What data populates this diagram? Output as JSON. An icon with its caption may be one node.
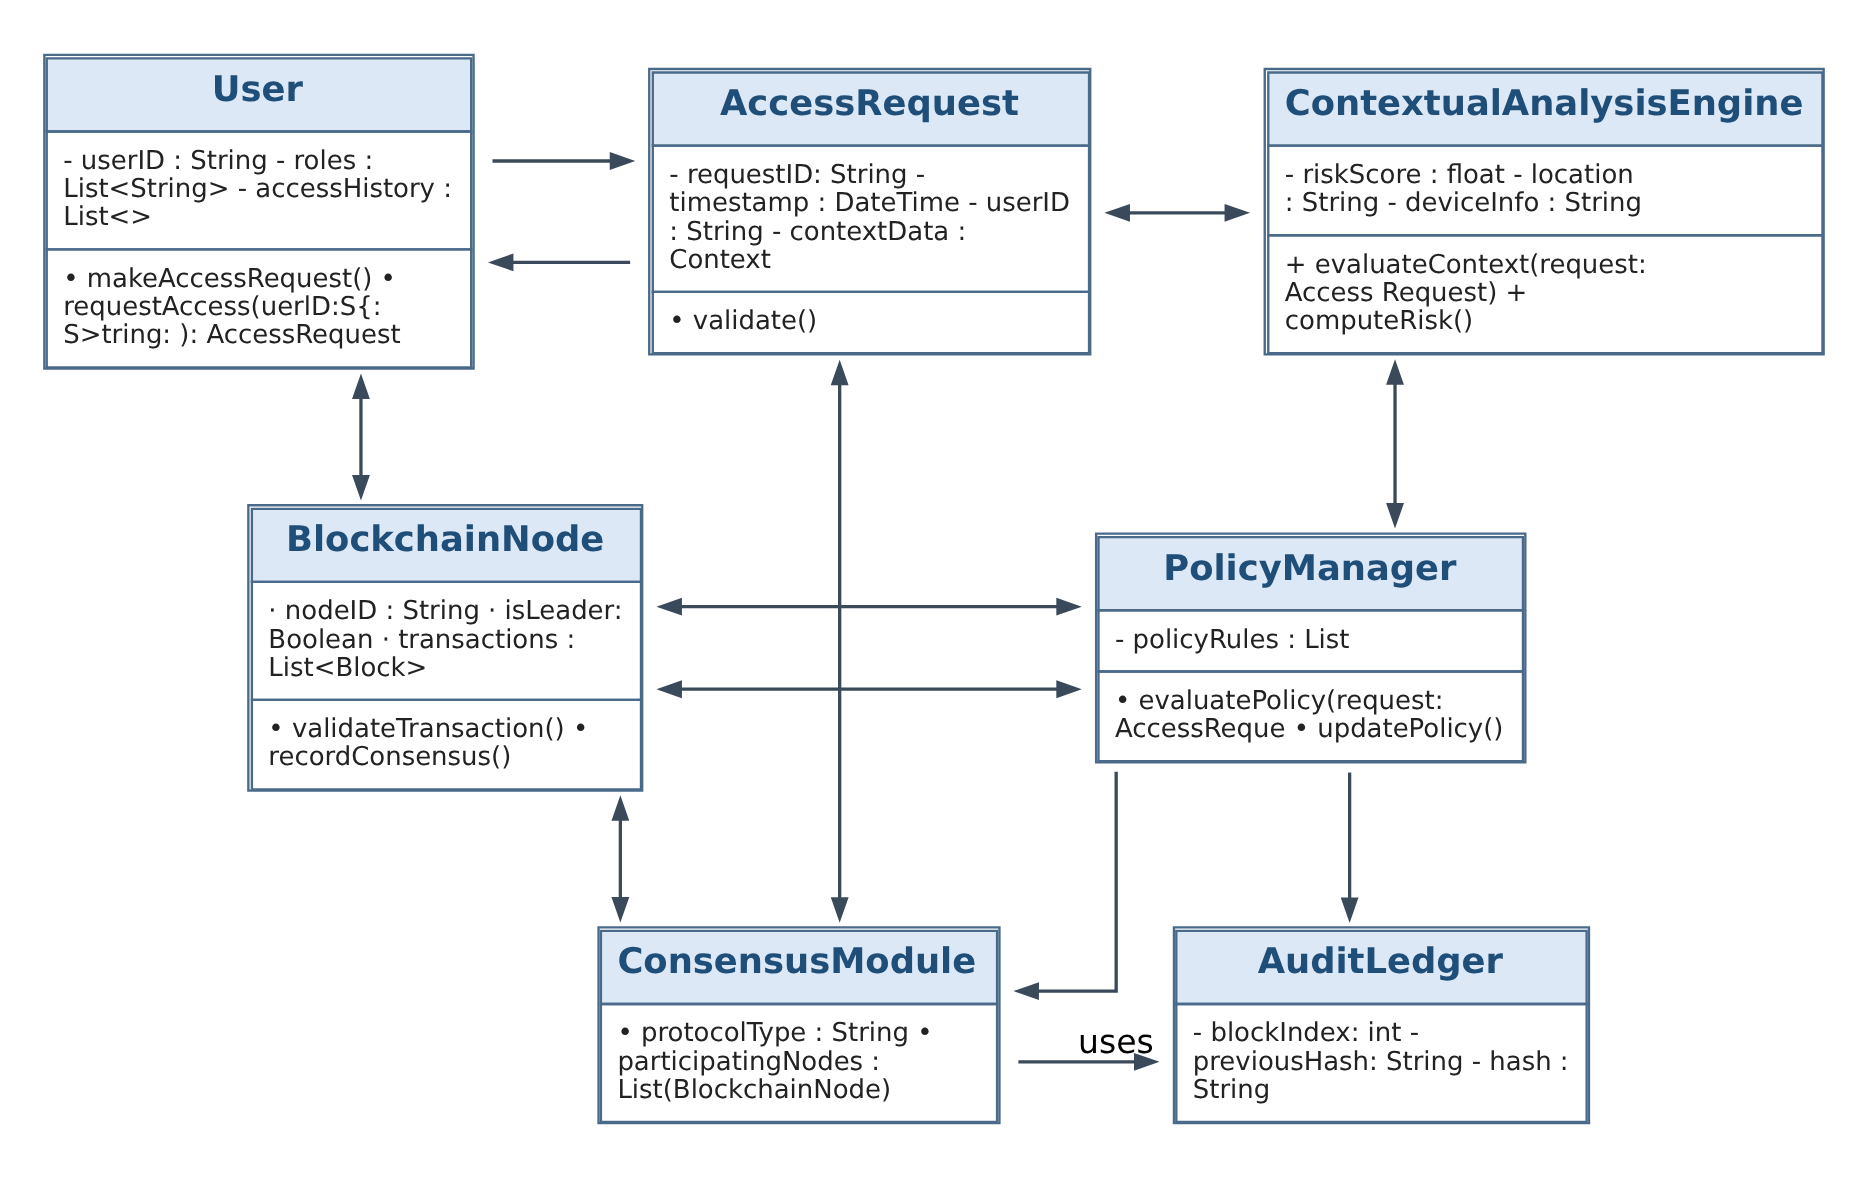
{
  "diagram": {
    "nodes": [
      {
        "text": [
          "User",
          "- userID : String - roles : List<String> - accessHistory : List<>",
          "• makeAccessRequest() • requestAccess(uerlD:S{: S>tring: ): AccessRequest"
        ]
      },
      {
        "text": [
          "AccessRequest",
          "- requestID: String - timestamp : DateTime - userID : String - contextData : Context",
          "• validate()"
        ]
      },
      {
        "text": [
          "ContextualAnalysisEngine",
          "- riskScore : float - location : String - deviceInfo : String",
          "+ evaluateContext(request: Access Request) + computeRisk()"
        ]
      },
      {
        "text": [
          "BlockchainNode",
          "· nodeID : String · isLeader: Boolean · transactions : List<Block>",
          "• validateTransaction() • recordConsensus()"
        ]
      },
      {
        "text": [
          "PolicyManager",
          "- policyRules : List",
          "• evaluatePolicy(request: AccessReque • updatePolicy()"
        ]
      },
      {
        "text": [
          "ConsensusModule",
          "• protocolType : String • participatingNodes : List(BlockchainNode)"
        ]
      },
      {
        "text": [
          "AuditLedger",
          "- blockIndex: int - previousHash: String - hash : String"
        ]
      }
    ],
    "edges": [
      {
        "from": 0,
        "to": 1,
        "arrow": "to"
      },
      {
        "from": 1,
        "to": 0,
        "arrow": "to"
      },
      {
        "from": 1,
        "to": 2,
        "arrow": "both"
      },
      {
        "from": 0,
        "to": 3,
        "arrow": "both"
      },
      {
        "from": 2,
        "to": 4,
        "arrow": "both"
      },
      {
        "from": 3,
        "to": 4,
        "arrow": "both"
      },
      {
        "from": 3,
        "to": 4,
        "arrow": "both"
      },
      {
        "from": 1,
        "to": 5,
        "arrow": "both"
      },
      {
        "from": 3,
        "to": 5,
        "arrow": "both"
      },
      {
        "from": 4,
        "to": 5,
        "arrow": "to"
      },
      {
        "from": 4,
        "to": 6,
        "arrow": "to"
      },
      {
        "from": 5,
        "to": 6,
        "label": "uses",
        "arrow": "to"
      }
    ]
  }
}
